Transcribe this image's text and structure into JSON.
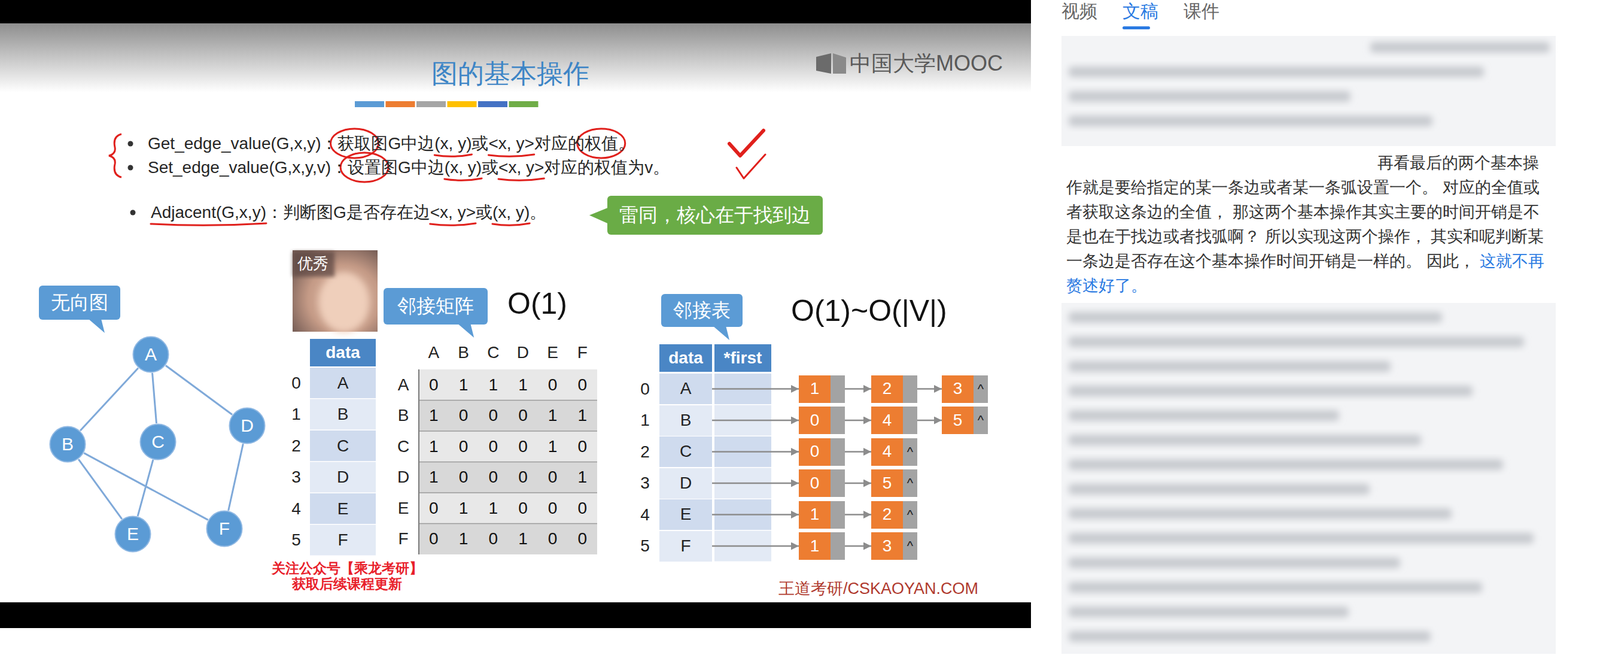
{
  "diagram": {
    "title": "图的基本操作",
    "nodes": [
      {
        "text": [
          "雷同，核心在于找到边"
        ]
      },
      {
        "text": [
          "无向图"
        ]
      },
      {
        "text": [
          "邻接矩阵"
        ]
      },
      {
        "text": [
          "邻接表"
        ]
      },
      {
        "text": [
          "A"
        ]
      },
      {
        "text": [
          "B"
        ]
      },
      {
        "text": [
          "C"
        ]
      },
      {
        "text": [
          "D"
        ]
      },
      {
        "text": [
          "E"
        ]
      },
      {
        "text": [
          "F"
        ]
      },
      {
        "text": [
          "A"
        ]
      },
      {
        "text": [
          "B"
        ]
      },
      {
        "text": [
          "C"
        ]
      },
      {
        "text": [
          "D"
        ]
      },
      {
        "text": [
          "E"
        ]
      },
      {
        "text": [
          "F"
        ]
      },
      {
        "text": [
          "1"
        ]
      },
      {
        "text": [
          "2"
        ]
      },
      {
        "text": [
          "3",
          "^"
        ]
      },
      {
        "text": [
          "0"
        ]
      },
      {
        "text": [
          "4"
        ]
      },
      {
        "text": [
          "5",
          "^"
        ]
      },
      {
        "text": [
          "0"
        ]
      },
      {
        "text": [
          "4",
          "^"
        ]
      },
      {
        "text": [
          "0"
        ]
      },
      {
        "text": [
          "5",
          "^"
        ]
      },
      {
        "text": [
          "1"
        ]
      },
      {
        "text": [
          "2",
          "^"
        ]
      },
      {
        "text": [
          "1"
        ]
      },
      {
        "text": [
          "3",
          "^"
        ]
      }
    ],
    "edges": [
      {
        "from": 4,
        "to": 5,
        "arrow": "none"
      },
      {
        "from": 4,
        "to": 6,
        "arrow": "none"
      },
      {
        "from": 4,
        "to": 7,
        "arrow": "none"
      },
      {
        "from": 5,
        "to": 8,
        "arrow": "none"
      },
      {
        "from": 5,
        "to": 9,
        "arrow": "none"
      },
      {
        "from": 6,
        "to": 8,
        "arrow": "none"
      },
      {
        "from": 7,
        "to": 9,
        "arrow": "none"
      },
      {
        "from": 10,
        "to": 16,
        "arrow": "to"
      },
      {
        "from": 16,
        "to": 17,
        "arrow": "to"
      },
      {
        "from": 17,
        "to": 18,
        "arrow": "to"
      },
      {
        "from": 11,
        "to": 19,
        "arrow": "to"
      },
      {
        "from": 19,
        "to": 20,
        "arrow": "to"
      },
      {
        "from": 20,
        "to": 21,
        "arrow": "to"
      },
      {
        "from": 12,
        "to": 22,
        "arrow": "to"
      },
      {
        "from": 22,
        "to": 23,
        "arrow": "to"
      },
      {
        "from": 13,
        "to": 24,
        "arrow": "to"
      },
      {
        "from": 24,
        "to": 25,
        "arrow": "to"
      },
      {
        "from": 14,
        "to": 26,
        "arrow": "to"
      },
      {
        "from": 26,
        "to": 27,
        "arrow": "to"
      },
      {
        "from": 15,
        "to": 28,
        "arrow": "to"
      },
      {
        "from": 28,
        "to": 29,
        "arrow": "to"
      }
    ],
    "labels": [
      "中国大学MOOC",
      "Get_edge_value(G,x,y)：获取图G中边(x, y)或<x, y>对应的权值。",
      "Set_edge_value(G,x,y,v)：设置图G中边(x, y)或<x, y>对应的权值为v。",
      "Adjacent(G,x,y)：判断图G是否存在边<x, y>或(x, y)。",
      "优秀",
      "O(1)",
      "O(1)~O(|V|)",
      "data",
      "0",
      "1",
      "2",
      "3",
      "4",
      "5",
      "A",
      "B",
      "C",
      "D",
      "E",
      "F",
      "A",
      "B",
      "C",
      "D",
      "E",
      "F",
      "A",
      "B",
      "C",
      "D",
      "E",
      "F",
      "0",
      "1",
      "1",
      "1",
      "0",
      "0",
      "1",
      "0",
      "0",
      "0",
      "1",
      "1",
      "1",
      "0",
      "0",
      "0",
      "1",
      "0",
      "1",
      "0",
      "0",
      "0",
      "0",
      "1",
      "0",
      "1",
      "1",
      "0",
      "0",
      "0",
      "0",
      "1",
      "0",
      "1",
      "0",
      "0",
      "data",
      "*first",
      "0",
      "1",
      "2",
      "3",
      "4",
      "5",
      "关注公众号【乘龙考研】 获取后续课程更新",
      "王道考研/CSKAOYAN.COM",
      "视频",
      "文稿",
      "课件",
      "再看最后的两个基本操作就是要给指定的某一条边或者某一条弧设置一个。 对应的全值或者获取这条边的全值， 那这两个基本操作其实主要的时间开销是不是也在于找边或者找弧啊？ 所以实现这两个操作， 其实和呢判断某一条边是否存在这个基本操作时间开销是一样的。 因此，",
      "这就不再赘述好了。"
    ]
  }
}
